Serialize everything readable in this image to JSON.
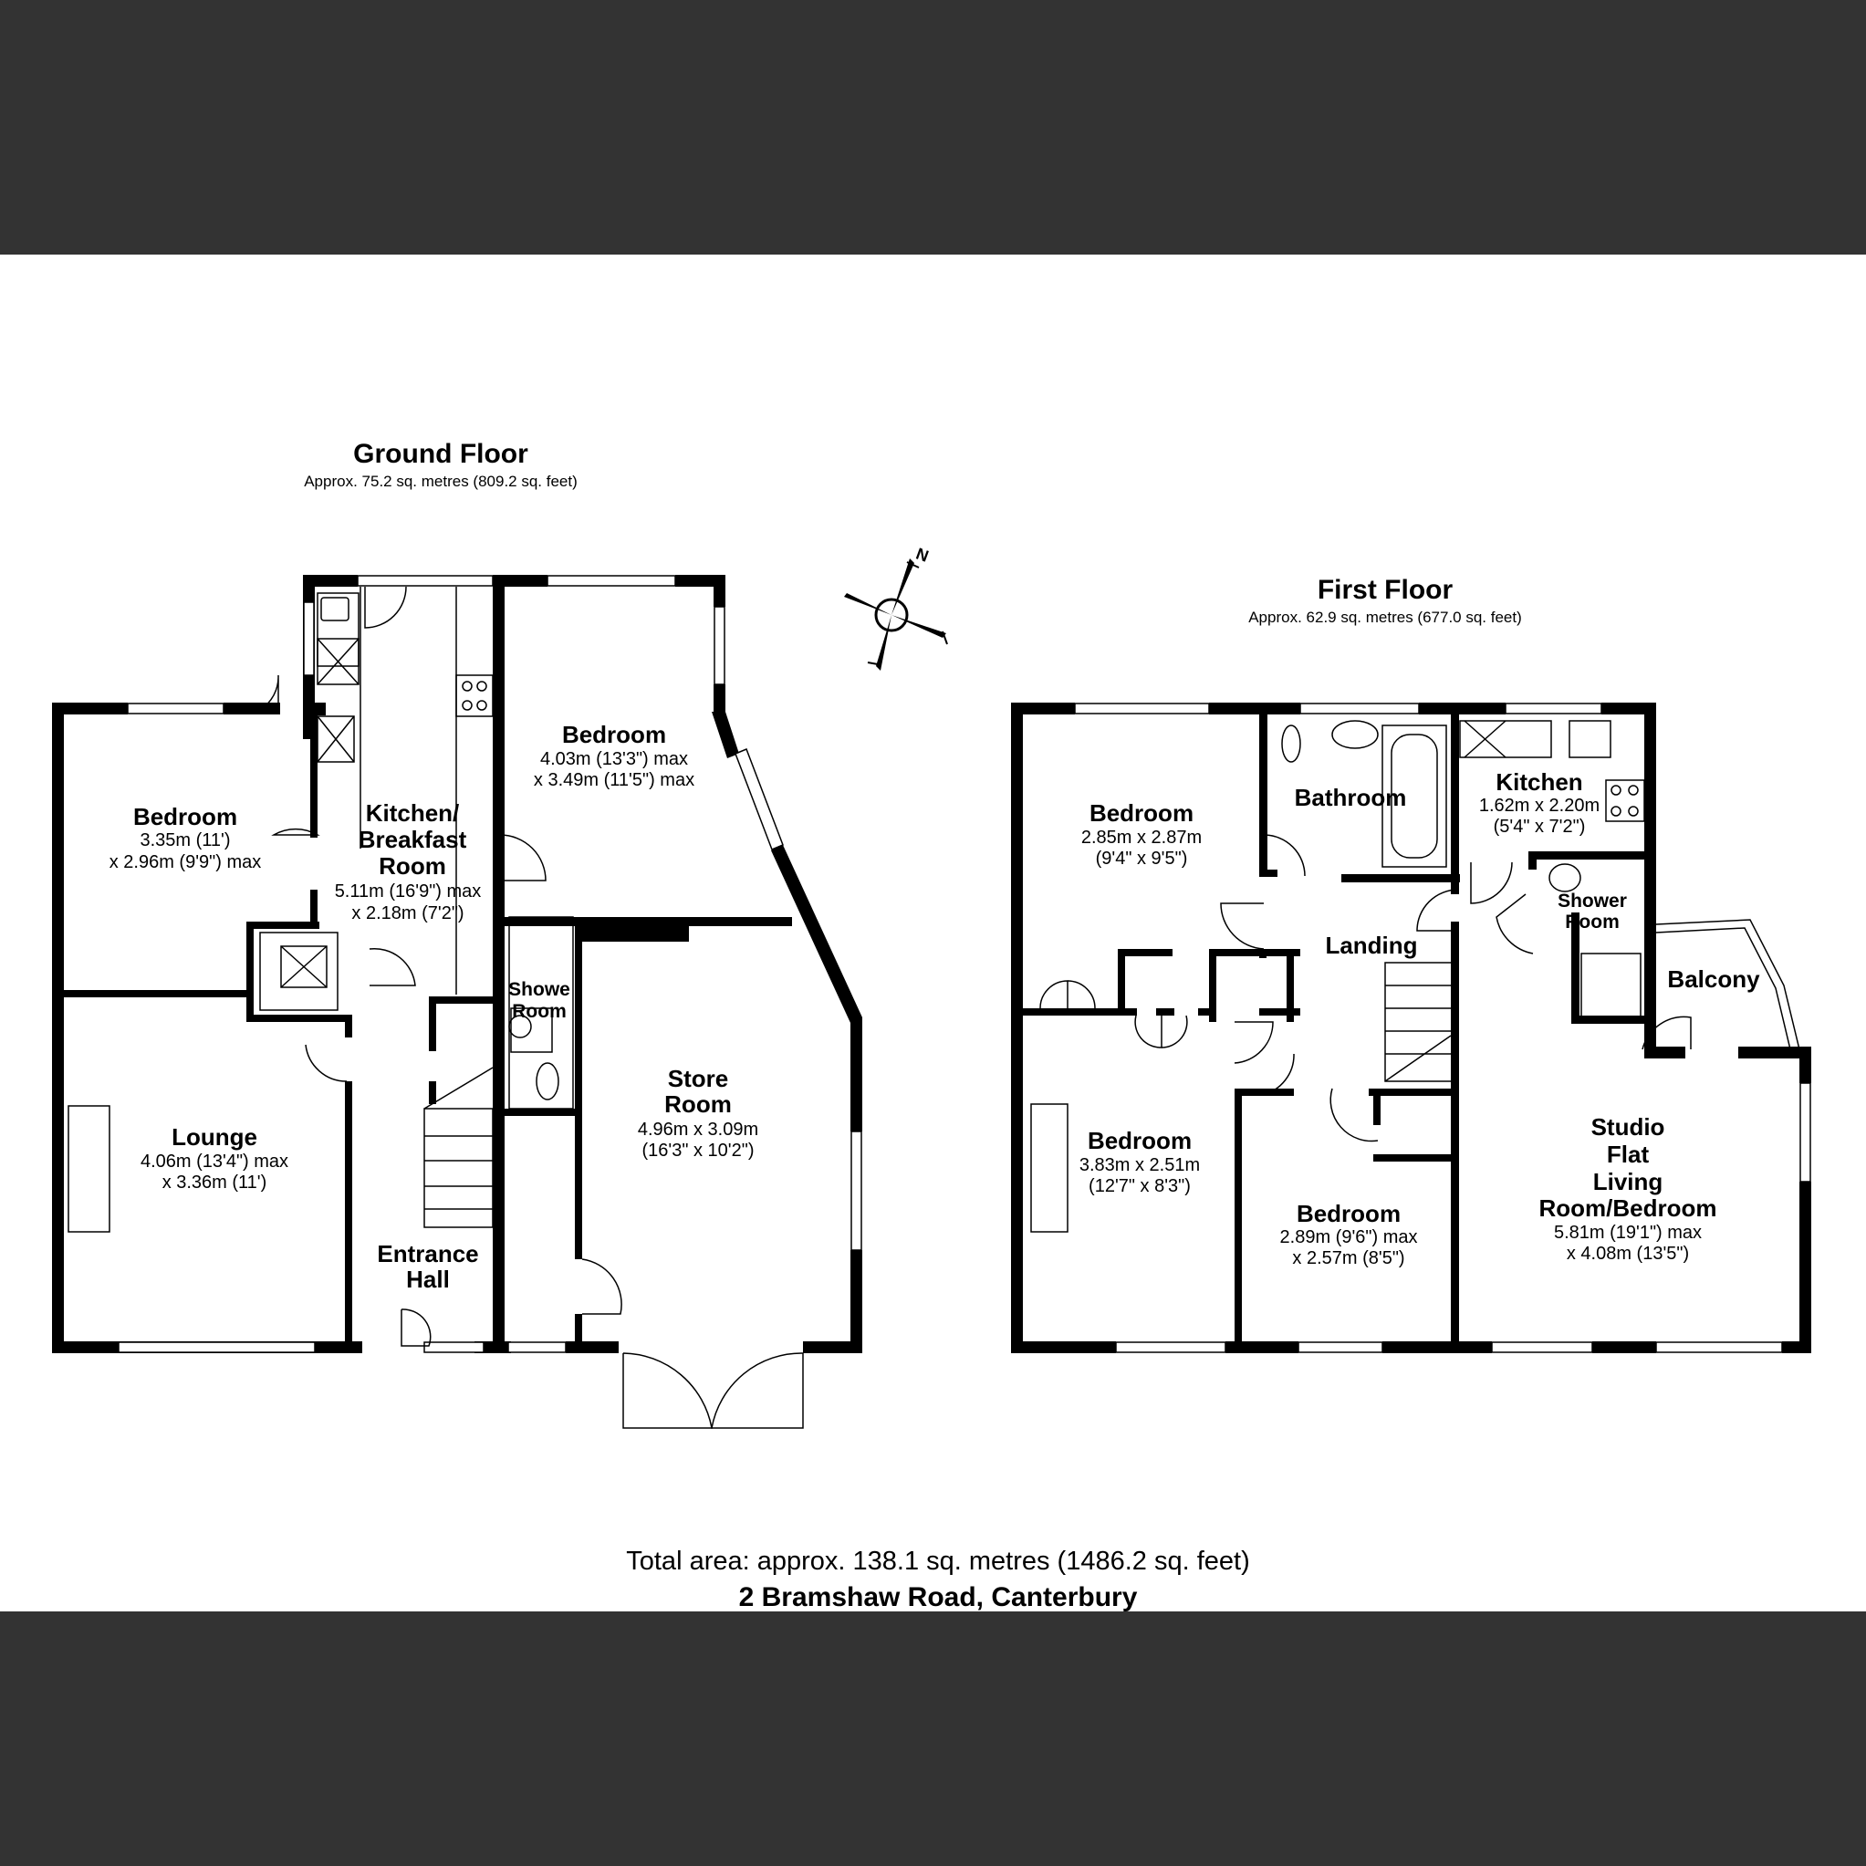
{
  "ground_floor": {
    "title": "Ground Floor",
    "area": "Approx. 75.2 sq. metres (809.2 sq. feet)",
    "rooms": [
      {
        "name": [
          "Bedroom"
        ],
        "dims": [
          "3.35m (11')",
          "x 2.96m (9'9\") max"
        ]
      },
      {
        "name": [
          "Kitchen/",
          "Breakfast",
          "Room"
        ],
        "dims": [
          "5.11m (16'9\") max",
          "x 2.18m (7'2\")"
        ]
      },
      {
        "name": [
          "Bedroom"
        ],
        "dims": [
          "4.03m (13'3\") max",
          "x 3.49m (11'5\") max"
        ]
      },
      {
        "name": [
          "Lounge"
        ],
        "dims": [
          "4.06m (13'4\") max",
          "x 3.36m (11')"
        ]
      },
      {
        "name": [
          "Showe",
          "Room"
        ],
        "dims": []
      },
      {
        "name": [
          "Store",
          "Room"
        ],
        "dims": [
          "4.96m x 3.09m",
          "(16'3\" x 10'2\")"
        ]
      },
      {
        "name": [
          "Entrance",
          "Hall"
        ],
        "dims": []
      }
    ]
  },
  "first_floor": {
    "title": "First Floor",
    "area": "Approx. 62.9 sq. metres (677.0 sq. feet)",
    "rooms": [
      {
        "name": [
          "Bedroom"
        ],
        "dims": [
          "2.85m x 2.87m",
          "(9'4\" x 9'5\")"
        ]
      },
      {
        "name": [
          "Bathroom"
        ],
        "dims": []
      },
      {
        "name": [
          "Kitchen"
        ],
        "dims": [
          "1.62m x 2.20m",
          "(5'4\" x 7'2\")"
        ]
      },
      {
        "name": [
          "Shower",
          "Room"
        ],
        "dims": []
      },
      {
        "name": [
          "Landing"
        ],
        "dims": []
      },
      {
        "name": [
          "Balcony"
        ],
        "dims": []
      },
      {
        "name": [
          "Bedroom"
        ],
        "dims": [
          "3.83m x 2.51m",
          "(12'7\" x 8'3\")"
        ]
      },
      {
        "name": [
          "Bedroom"
        ],
        "dims": [
          "2.89m (9'6\") max",
          "x 2.57m (8'5\")"
        ]
      },
      {
        "name": [
          "Studio",
          "Flat",
          "Living",
          "Room/Bedroom"
        ],
        "dims": [
          "5.81m (19'1\") max",
          "x 4.08m (13'5\")"
        ]
      }
    ]
  },
  "compass": {
    "label": "N"
  },
  "footer": {
    "total_area": "Total area: approx. 138.1 sq. metres (1486.2 sq. feet)",
    "address": "2 Bramshaw Road, Canterbury"
  },
  "colors": {
    "band": "#333333",
    "wall": "#000000",
    "background": "#ffffff"
  }
}
